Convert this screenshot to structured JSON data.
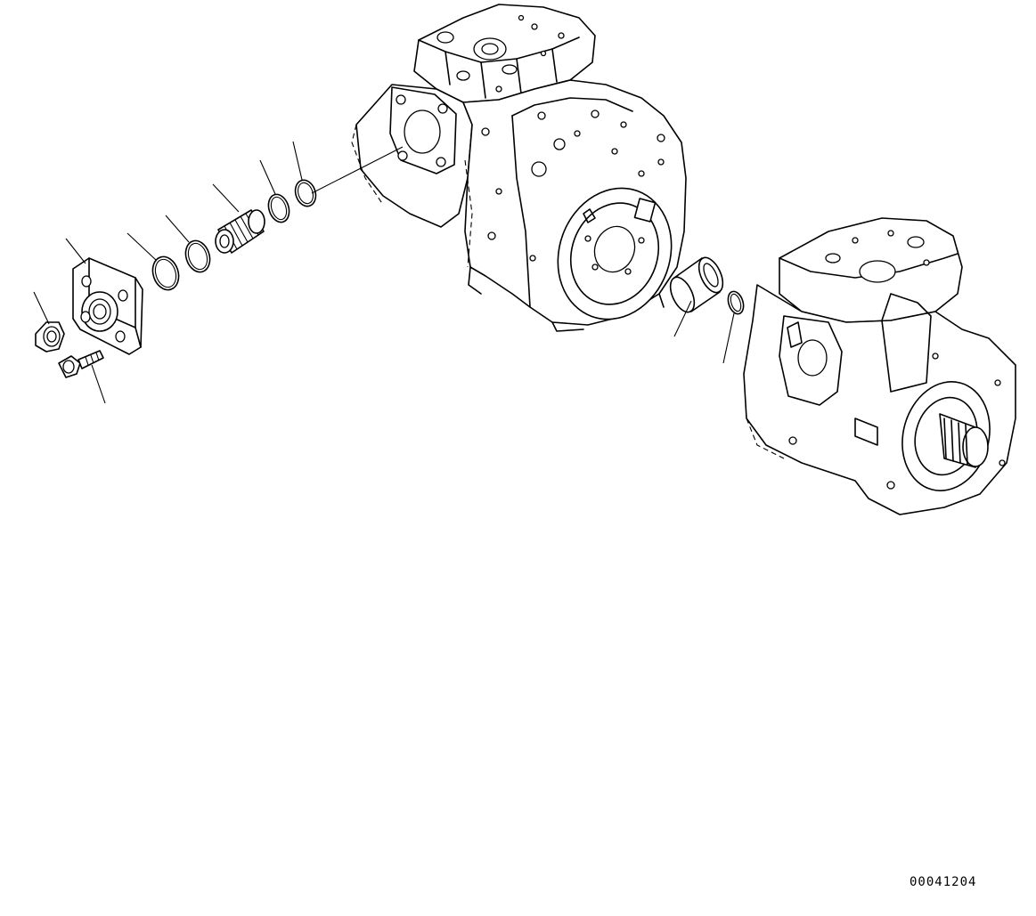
{
  "diagram": {
    "reference_code": "00041204",
    "colors": {
      "line": "#000000",
      "background": "#ffffff"
    },
    "leaders": [
      {
        "id": "nut"
      },
      {
        "id": "bolt"
      },
      {
        "id": "flange"
      },
      {
        "id": "o-ring-1"
      },
      {
        "id": "o-ring-2"
      },
      {
        "id": "spring-sleeve"
      },
      {
        "id": "o-ring-3"
      },
      {
        "id": "o-ring-4"
      },
      {
        "id": "bushing"
      },
      {
        "id": "o-ring-5"
      }
    ]
  }
}
